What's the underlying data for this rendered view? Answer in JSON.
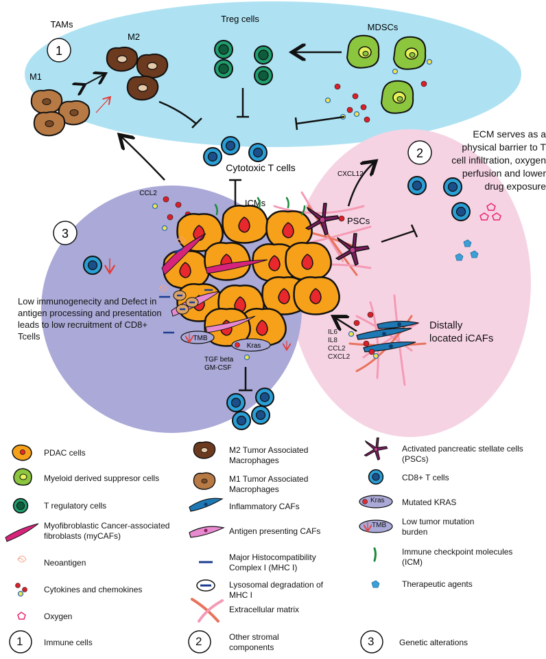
{
  "diagram": {
    "region1": {
      "number": "1",
      "tams": "TAMs",
      "m1": "M1",
      "m2": "M2",
      "treg": "Treg cells",
      "mdscs": "MDSCs"
    },
    "center": {
      "cytotoxic": "Cytotoxic T cells",
      "icms": "ICMs",
      "ccl2": "CCL2",
      "psc": "PSCs",
      "cxcl12": "CXCL12",
      "tmb": "TMB",
      "kras": "Kras",
      "tgf_lines": [
        "TGF beta",
        "GM-CSF"
      ]
    },
    "region2": {
      "number": "2",
      "ecm_text": "ECM serves as a physical barrier to T cell infiltration, oxygen perfusion and lower drug exposure",
      "icafs": "Distally located iCAFs",
      "cytokines": [
        "IL6",
        "IL8",
        "CCL2",
        "CXCL2"
      ]
    },
    "region3": {
      "number": "3",
      "text": "Low immunogenecity and Defect in antigen processing and presentation leads to low recruitment of CD8+ Tcells"
    }
  },
  "legend": {
    "col1": [
      {
        "icon": "pdac-cell-icon",
        "label": "PDAC cells"
      },
      {
        "icon": "mdsc-icon",
        "label": "Myeloid derived suppresor cells"
      },
      {
        "icon": "treg-icon",
        "label": "T regulatory cells"
      },
      {
        "icon": "mycaf-icon",
        "label": "Myofibroblastic Cancer-associated fibroblasts (myCAFs)"
      },
      {
        "icon": "neoantigen-icon",
        "label": "Neoantigen"
      },
      {
        "icon": "cytokines-icon",
        "label": "Cytokines and chemokines"
      },
      {
        "icon": "oxygen-icon",
        "label": "Oxygen"
      }
    ],
    "col2": [
      {
        "icon": "m2-macrophage-icon",
        "label": "M2 Tumor Associated Macrophages"
      },
      {
        "icon": "m1-macrophage-icon",
        "label": "M1 Tumor Associated Macrophages"
      },
      {
        "icon": "icaf-icon",
        "label": "Inflammatory CAFs"
      },
      {
        "icon": "apcaf-icon",
        "label": "Antigen presenting CAFs"
      },
      {
        "icon": "mhc1-icon",
        "label": "Major Histocompatibility Complex I (MHC I)"
      },
      {
        "icon": "lysosome-icon",
        "label": "Lysosomal degradation of MHC I"
      },
      {
        "icon": "ecm-icon",
        "label": "Extracellular matrix"
      }
    ],
    "col3": [
      {
        "icon": "psc-icon",
        "label": "Activated pancreatic stellate cells (PSCs)"
      },
      {
        "icon": "cd8-icon",
        "label": "CD8+ T cells"
      },
      {
        "icon": "kras-icon",
        "label": "Mutated KRAS",
        "badge": "Kras"
      },
      {
        "icon": "tmb-icon",
        "label": "Low tumor mutation burden",
        "badge": "TMB"
      },
      {
        "icon": "icm-icon",
        "label": "Immune checkpoint molecules (ICM)"
      },
      {
        "icon": "therapeutic-icon",
        "label": "Therapeutic agents"
      }
    ],
    "bottom": [
      {
        "number": "1",
        "label": "Immune cells"
      },
      {
        "number": "2",
        "label": "Other stromal components"
      },
      {
        "number": "3",
        "label": "Genetic alterations"
      }
    ]
  },
  "colors": {
    "region1_fill": "#aee2f3",
    "region2_fill": "#f6d3e3",
    "region3_fill": "#aaa9d7",
    "pdac": "#f7a11a",
    "pdac_nucleus": "#e8282d",
    "treg": "#1f9e6e",
    "mdsc": "#8cc63f",
    "cd8": "#2a9fd6",
    "psc": "#7b1d5e",
    "icaf": "#1e78b4",
    "mycaf": "#d6247b",
    "m2": "#6b3a1f",
    "m1": "#b87a45",
    "mhc": "#1b3d8f"
  }
}
